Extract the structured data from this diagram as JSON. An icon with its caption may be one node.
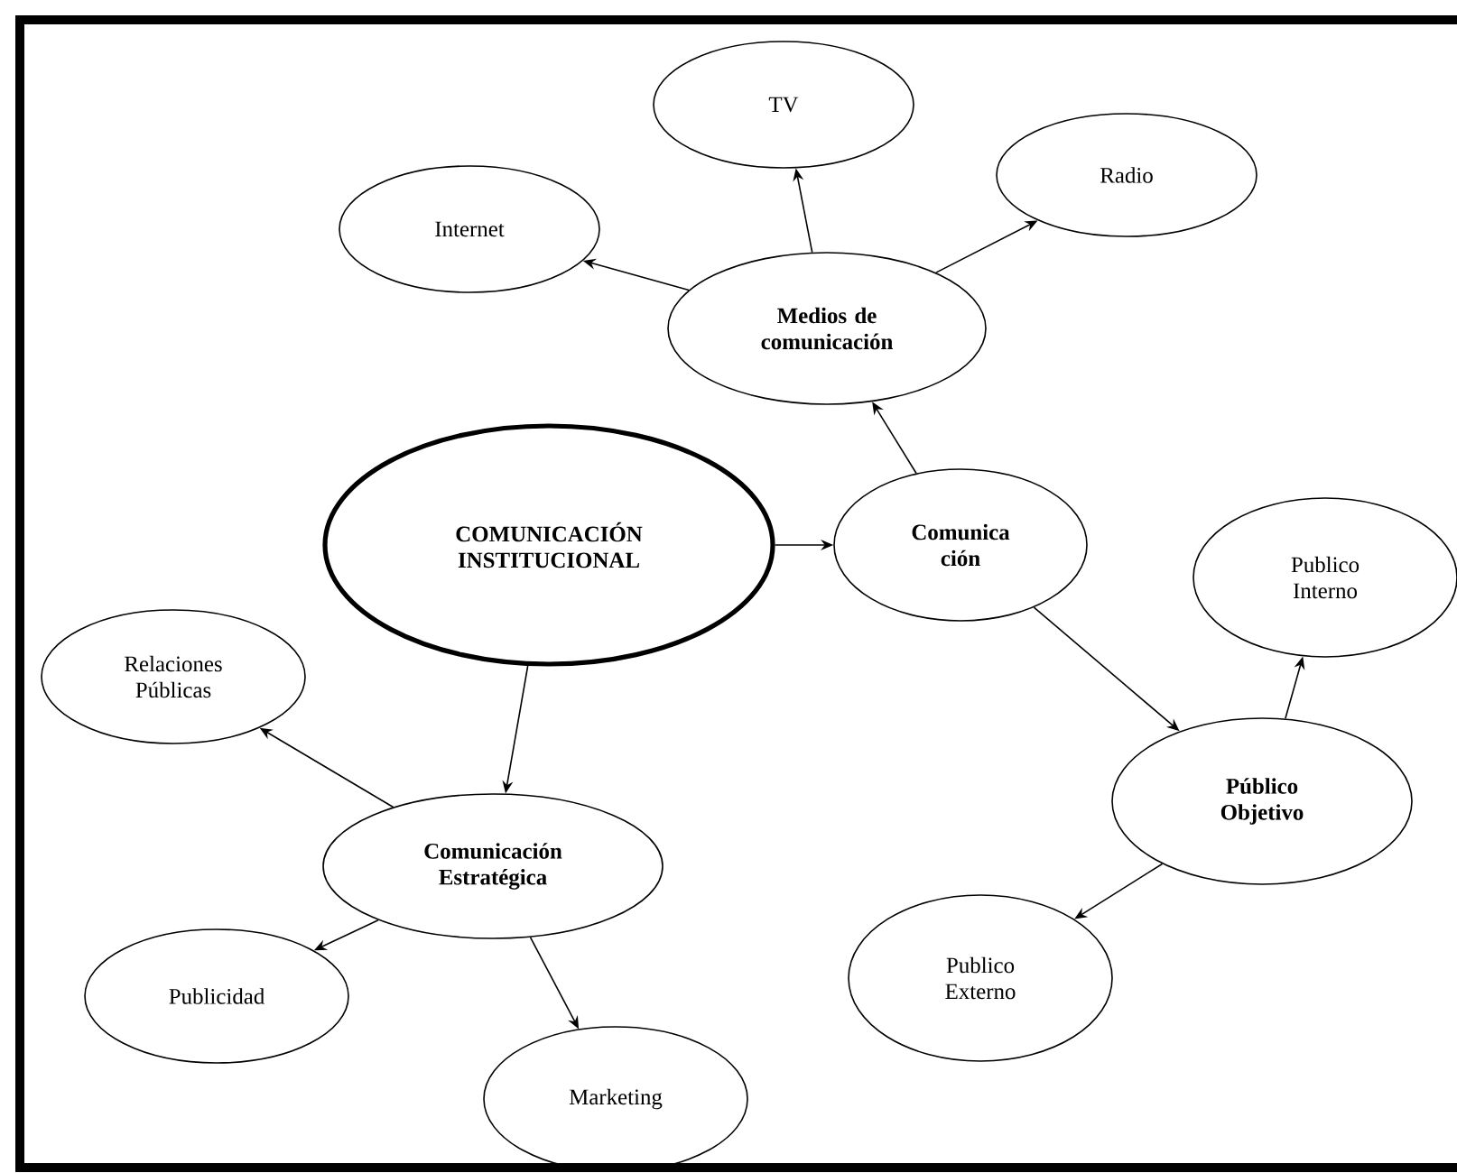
{
  "diagram": {
    "nodes": [
      {
        "text": [
          "COMUNICACIÓN INSTITUCIONAL"
        ]
      },
      {
        "text": [
          "Medios de comunicación"
        ]
      },
      {
        "text": [
          "TV"
        ]
      },
      {
        "text": [
          "Internet"
        ]
      },
      {
        "text": [
          "Radio"
        ]
      },
      {
        "text": [
          "Comunica ción"
        ]
      },
      {
        "text": [
          "Publico Interno"
        ]
      },
      {
        "text": [
          "Público Objetivo"
        ]
      },
      {
        "text": [
          "Publico Externo"
        ]
      },
      {
        "text": [
          "Relaciones Públicas"
        ]
      },
      {
        "text": [
          "Comunicación Estratégica"
        ]
      },
      {
        "text": [
          "Publicidad"
        ]
      },
      {
        "text": [
          "Marketing"
        ]
      }
    ],
    "edges": [
      {
        "from": 0,
        "to": 5,
        "arrow": "to"
      },
      {
        "from": 0,
        "to": 10,
        "arrow": "to"
      },
      {
        "from": 5,
        "to": 1,
        "arrow": "to"
      },
      {
        "from": 1,
        "to": 2,
        "arrow": "to"
      },
      {
        "from": 1,
        "to": 3,
        "arrow": "to"
      },
      {
        "from": 1,
        "to": 4,
        "arrow": "to"
      },
      {
        "from": 5,
        "to": 7,
        "arrow": "to"
      },
      {
        "from": 7,
        "to": 6,
        "arrow": "to"
      },
      {
        "from": 7,
        "to": 8,
        "arrow": "to"
      },
      {
        "from": 10,
        "to": 9,
        "arrow": "to"
      },
      {
        "from": 10,
        "to": 11,
        "arrow": "to"
      },
      {
        "from": 10,
        "to": 12,
        "arrow": "to"
      }
    ]
  }
}
